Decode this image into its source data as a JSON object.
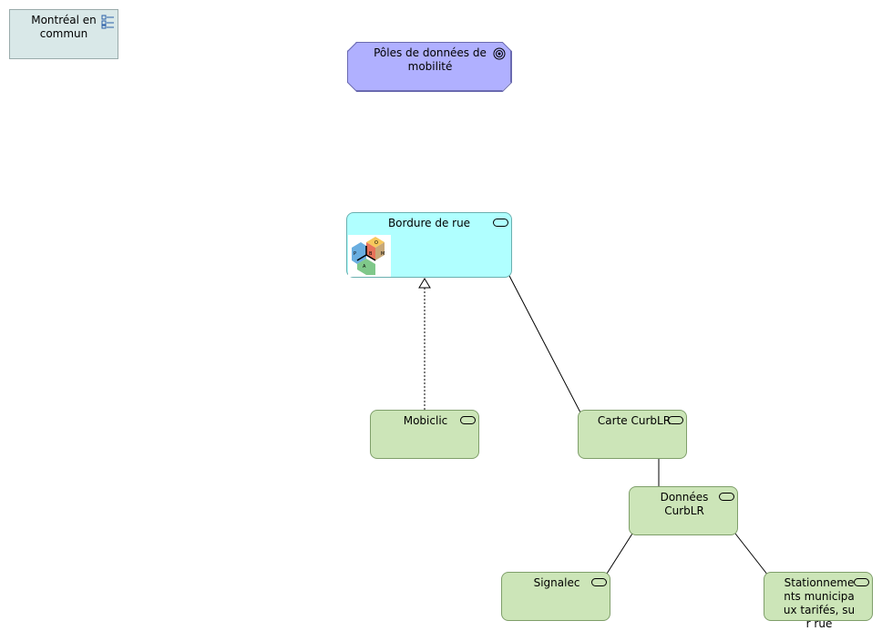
{
  "diagram": {
    "grouping": {
      "label": "Montréal en commun"
    },
    "goal": {
      "label": "Pôles de données de mobilité"
    },
    "services": {
      "bordure": {
        "label": "Bordure de rue"
      },
      "mobiclic": {
        "label": "Mobiclic"
      },
      "carte": {
        "label": "Carte CurbLR"
      },
      "donnees": {
        "label": "Données CurbLR"
      },
      "signalec": {
        "label": "Signalec"
      },
      "stationnements": {
        "label": "Stationnements municipaux tarifés, sur rue"
      }
    },
    "logo": {
      "letters": [
        "O",
        "P",
        "B",
        "M",
        "A"
      ]
    },
    "colors": {
      "goal": "#b0b0ff",
      "service_blue": "#b0ffff",
      "service_green": "#cce5b8",
      "grouping": "#d9e8e8"
    }
  }
}
